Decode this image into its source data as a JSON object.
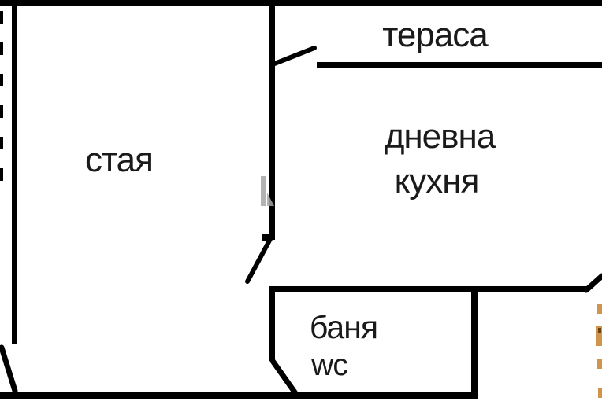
{
  "plan_title": "apartment-floor-plan",
  "colors": {
    "background": "#ffffff",
    "wall": "#000000",
    "text": "#1a1a1a",
    "watermark_gray": "#a6a6a6",
    "watermark_orange": "#c9822e",
    "watermark_orange_dark": "#6b4310"
  },
  "rooms": {
    "terasa": {
      "label": "тераса"
    },
    "staya": {
      "label": "стая"
    },
    "dnevna_kuhnya": {
      "line1": "дневна",
      "line2": "кухня"
    },
    "banya": {
      "line1": "баня",
      "line2": "wc"
    }
  }
}
